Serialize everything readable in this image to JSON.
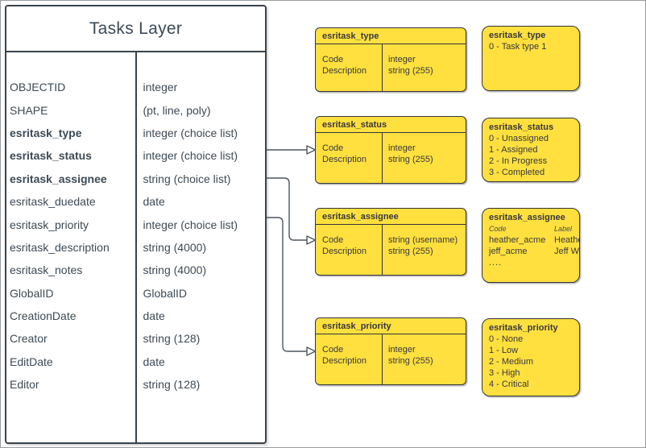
{
  "colors": {
    "shape_fill_yellow": "#FFE03E",
    "shape_border": "#33343B",
    "table_border": "#39434D",
    "text_dark": "#3D4A55",
    "connector": "#4C5661"
  },
  "tasks_layer": {
    "title": "Tasks Layer",
    "rows": [
      {
        "field": "OBJECTID",
        "type": "integer"
      },
      {
        "field": "SHAPE",
        "type": "(pt, line, poly)"
      },
      {
        "field": "esritask_type",
        "type": "integer (choice list)"
      },
      {
        "field": "esritask_status",
        "type": "integer (choice list)"
      },
      {
        "field": "esritask_assignee",
        "type": "string (choice list)"
      },
      {
        "field": "esritask_duedate",
        "type": "date"
      },
      {
        "field": "esritask_priority",
        "type": "integer (choice list)"
      },
      {
        "field": "esritask_description",
        "type": "string (4000)"
      },
      {
        "field": "esritask_notes",
        "type": "string (4000)"
      },
      {
        "field": "GlobalID",
        "type": "GlobalID"
      },
      {
        "field": "CreationDate",
        "type": "date"
      },
      {
        "field": "Creator",
        "type": "string (128)"
      },
      {
        "field": "EditDate",
        "type": "date"
      },
      {
        "field": "Editor",
        "type": "string (128)"
      }
    ]
  },
  "domain_tables": {
    "type": {
      "title": "esritask_type",
      "fields": [
        "Code",
        "Description"
      ],
      "types": [
        "integer",
        "string (255)"
      ]
    },
    "status": {
      "title": "esritask_status",
      "fields": [
        "Code",
        "Description"
      ],
      "types": [
        "integer",
        "string (255)"
      ]
    },
    "assignee": {
      "title": "esritask_assignee",
      "fields": [
        "Code",
        "Description"
      ],
      "types": [
        "string (username)",
        "string (255)"
      ]
    },
    "priority": {
      "title": "esritask_priority",
      "fields": [
        "Code",
        "Description"
      ],
      "types": [
        "integer",
        "string (255)"
      ]
    }
  },
  "legends": {
    "type": {
      "title": "esritask_type",
      "items": [
        "0 - Task type 1"
      ]
    },
    "status": {
      "title": "esritask_status",
      "items": [
        "0 - Unassigned",
        "1 - Assigned",
        "2 - In Progress",
        "3 - Completed"
      ]
    },
    "assignee": {
      "title": "esritask_assignee",
      "col_headers": {
        "code": "Code",
        "label": "Label"
      },
      "rows": [
        {
          "code": "heather_acme",
          "label": "Heather Smith"
        },
        {
          "code": "jeff_acme",
          "label": "Jeff Walker"
        }
      ],
      "more": "...."
    },
    "priority": {
      "title": "esritask_priority",
      "items": [
        "0 - None",
        "1 - Low",
        "2 - Medium",
        "3 - High",
        "4 - Critical"
      ]
    }
  }
}
